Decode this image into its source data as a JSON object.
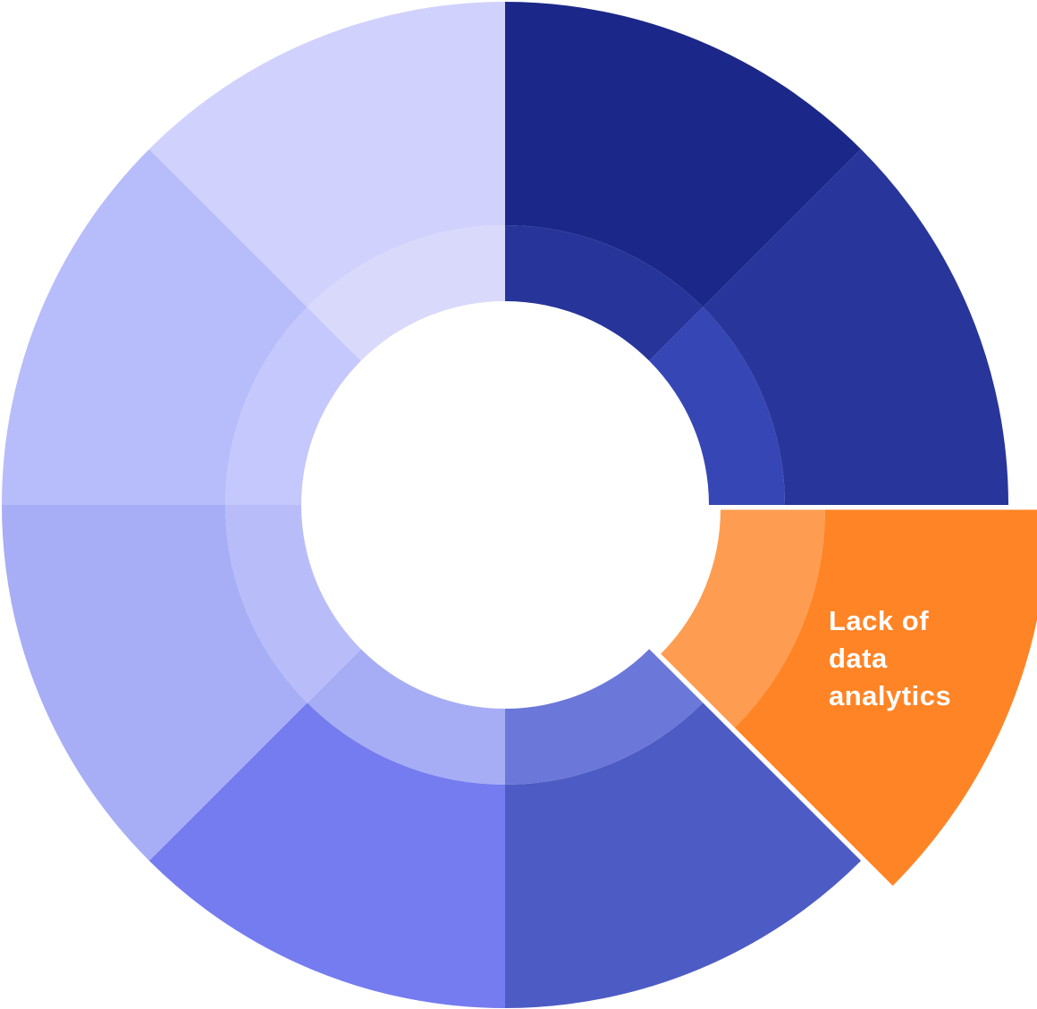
{
  "wheel": {
    "segments": [
      {
        "id": "seg-top-right",
        "outer_color": "#1b2889",
        "inner_color": "#27359a",
        "highlighted": false,
        "label_lines": []
      },
      {
        "id": "seg-right-upper",
        "outer_color": "#28359a",
        "inner_color": "#3746b5",
        "highlighted": false,
        "label_lines": []
      },
      {
        "id": "seg-right-lower",
        "outer_color": "#ff8426",
        "inner_color": "#fe9d51",
        "highlighted": true,
        "label_lines": [
          "Lack of",
          "data",
          "analytics"
        ]
      },
      {
        "id": "seg-bottom-right",
        "outer_color": "#4d5cc4",
        "inner_color": "#6b78d9",
        "highlighted": false,
        "label_lines": []
      },
      {
        "id": "seg-bottom-left",
        "outer_color": "#757cef",
        "inner_color": "#a6adf4",
        "highlighted": false,
        "label_lines": []
      },
      {
        "id": "seg-left-lower",
        "outer_color": "#a7aef5",
        "inner_color": "#b8bdfa",
        "highlighted": false,
        "label_lines": []
      },
      {
        "id": "seg-left-upper",
        "outer_color": "#b7bcfa",
        "inner_color": "#c5c8fc",
        "highlighted": false,
        "label_lines": []
      },
      {
        "id": "seg-top-left",
        "outer_color": "#d1d1fd",
        "inner_color": "#d9d9fb",
        "highlighted": false,
        "label_lines": []
      }
    ]
  }
}
